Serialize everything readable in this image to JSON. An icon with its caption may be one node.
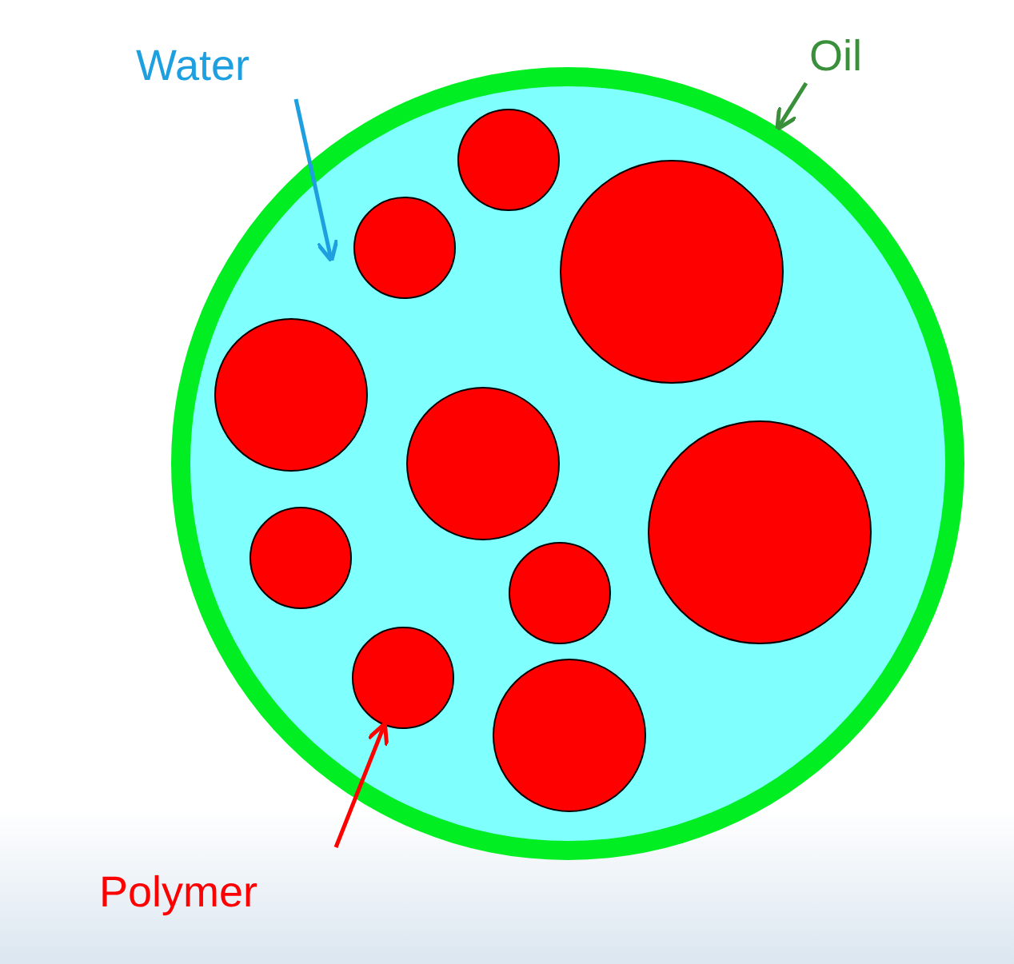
{
  "diagram": {
    "nodes": [
      {
        "text": [
          "Water"
        ]
      },
      {
        "text": [
          "Oil"
        ]
      },
      {
        "text": [
          "Polymer"
        ]
      },
      {
        "text": [],
        "shape": "circle"
      },
      {
        "text": [],
        "shape": "circle",
        "in": 3
      },
      {
        "text": [],
        "shape": "circle",
        "in": 4
      },
      {
        "text": [],
        "shape": "circle",
        "in": 4
      },
      {
        "text": [],
        "shape": "circle",
        "in": 4
      },
      {
        "text": [],
        "shape": "circle",
        "in": 4
      },
      {
        "text": [],
        "shape": "circle",
        "in": 4
      },
      {
        "text": [],
        "shape": "circle",
        "in": 4
      },
      {
        "text": [],
        "shape": "circle",
        "in": 4
      },
      {
        "text": [],
        "shape": "circle",
        "in": 4
      },
      {
        "text": [],
        "shape": "circle",
        "in": 4
      },
      {
        "text": [],
        "shape": "circle",
        "in": 4
      }
    ],
    "edges": [
      {
        "from": 0,
        "to": 4,
        "arrow": "to",
        "color": "#1e9fe0"
      },
      {
        "from": 1,
        "to": 3,
        "arrow": "to",
        "color": "#3a8f3a"
      },
      {
        "from": 2,
        "to": 13,
        "arrow": "to",
        "color": "#ff0000"
      }
    ]
  }
}
